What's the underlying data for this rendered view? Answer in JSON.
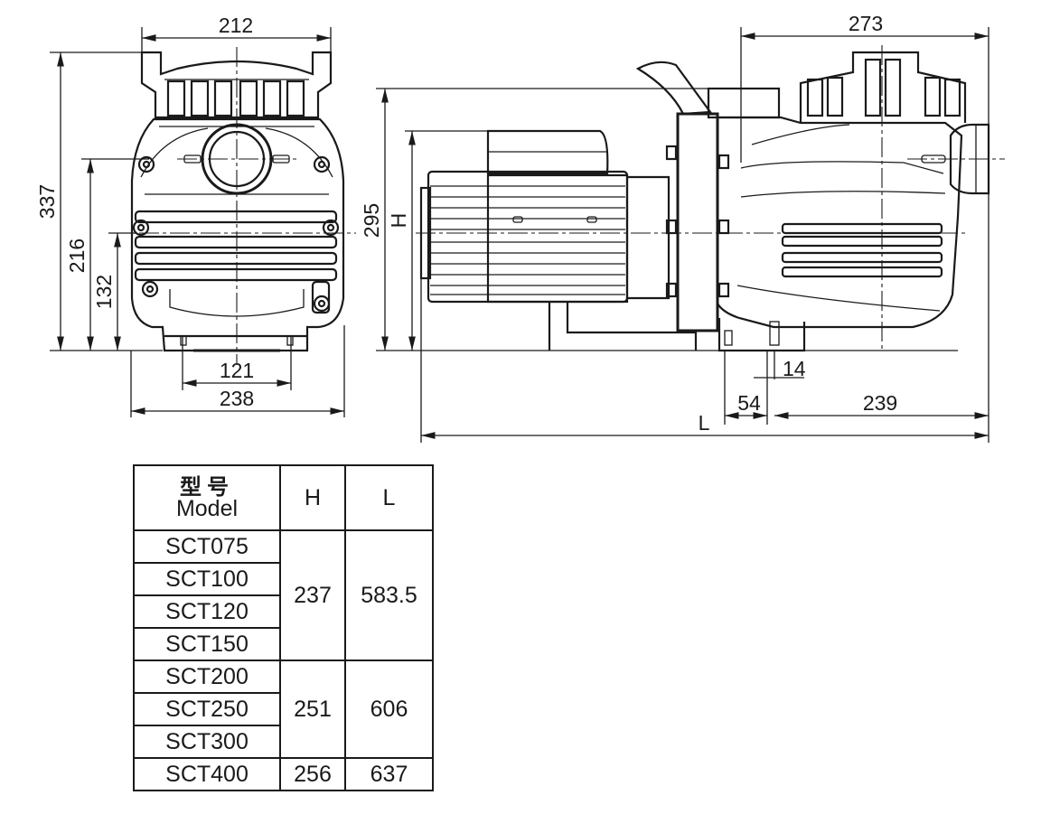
{
  "dimensions": {
    "front_width_top": "212",
    "front_height_total": "337",
    "front_height_inlet": "216",
    "front_height_axis": "132",
    "base_inner_width": "121",
    "base_outer_width": "238",
    "side_height_top": "295",
    "side_height_label": "H",
    "strainer_width": "273",
    "foot_slot": "14",
    "foot_offset": "54",
    "foot_to_outlet": "239",
    "overall_length_label": "L"
  },
  "table": {
    "header": {
      "model_cn": "型号",
      "model_en": "Model",
      "h": "H",
      "l": "L"
    },
    "groups": [
      {
        "models": [
          "SCT075",
          "SCT100",
          "SCT120",
          "SCT150"
        ],
        "h": "237",
        "l": "583.5"
      },
      {
        "models": [
          "SCT200",
          "SCT250",
          "SCT300"
        ],
        "h": "251",
        "l": "606"
      },
      {
        "models": [
          "SCT400"
        ],
        "h": "256",
        "l": "637"
      }
    ]
  }
}
